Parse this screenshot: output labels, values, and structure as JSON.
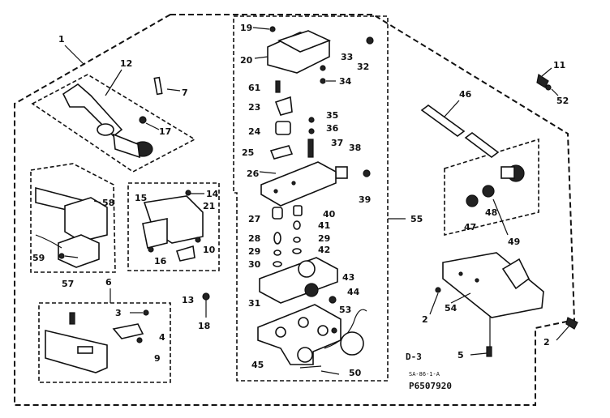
{
  "labels": [
    {
      "id": "1",
      "text": "1"
    },
    {
      "id": "12",
      "text": "12"
    },
    {
      "id": "7",
      "text": "7"
    },
    {
      "id": "17",
      "text": "17"
    },
    {
      "id": "58",
      "text": "58"
    },
    {
      "id": "59",
      "text": "59"
    },
    {
      "id": "57",
      "text": "57"
    },
    {
      "id": "15",
      "text": "15"
    },
    {
      "id": "14",
      "text": "14"
    },
    {
      "id": "21",
      "text": "21"
    },
    {
      "id": "16",
      "text": "16"
    },
    {
      "id": "10",
      "text": "10"
    },
    {
      "id": "13",
      "text": "13"
    },
    {
      "id": "6",
      "text": "6"
    },
    {
      "id": "3",
      "text": "3"
    },
    {
      "id": "4",
      "text": "4"
    },
    {
      "id": "9",
      "text": "9"
    },
    {
      "id": "18",
      "text": "18"
    },
    {
      "id": "19",
      "text": "19"
    },
    {
      "id": "20",
      "text": "20"
    },
    {
      "id": "33",
      "text": "33"
    },
    {
      "id": "32",
      "text": "32"
    },
    {
      "id": "34",
      "text": "34"
    },
    {
      "id": "61",
      "text": "61"
    },
    {
      "id": "23",
      "text": "23"
    },
    {
      "id": "35",
      "text": "35"
    },
    {
      "id": "36",
      "text": "36"
    },
    {
      "id": "24",
      "text": "24"
    },
    {
      "id": "37",
      "text": "37"
    },
    {
      "id": "38",
      "text": "38"
    },
    {
      "id": "25",
      "text": "25"
    },
    {
      "id": "26",
      "text": "26"
    },
    {
      "id": "39",
      "text": "39"
    },
    {
      "id": "27",
      "text": "27"
    },
    {
      "id": "40",
      "text": "40"
    },
    {
      "id": "41",
      "text": "41"
    },
    {
      "id": "28",
      "text": "28"
    },
    {
      "id": "29a",
      "text": "29"
    },
    {
      "id": "29b",
      "text": "29"
    },
    {
      "id": "42",
      "text": "42"
    },
    {
      "id": "30",
      "text": "30"
    },
    {
      "id": "43",
      "text": "43"
    },
    {
      "id": "31",
      "text": "31"
    },
    {
      "id": "44",
      "text": "44"
    },
    {
      "id": "53",
      "text": "53"
    },
    {
      "id": "45",
      "text": "45"
    },
    {
      "id": "50",
      "text": "50"
    },
    {
      "id": "55",
      "text": "55"
    },
    {
      "id": "46",
      "text": "46"
    },
    {
      "id": "11",
      "text": "11"
    },
    {
      "id": "52",
      "text": "52"
    },
    {
      "id": "47",
      "text": "47"
    },
    {
      "id": "48",
      "text": "48"
    },
    {
      "id": "49",
      "text": "49"
    },
    {
      "id": "54",
      "text": "54"
    },
    {
      "id": "2a",
      "text": "2"
    },
    {
      "id": "2b",
      "text": "2"
    },
    {
      "id": "5",
      "text": "5"
    }
  ],
  "footer": {
    "section": "D-3",
    "small_code": "SA-86-1-A",
    "part_number": "P6507920"
  }
}
